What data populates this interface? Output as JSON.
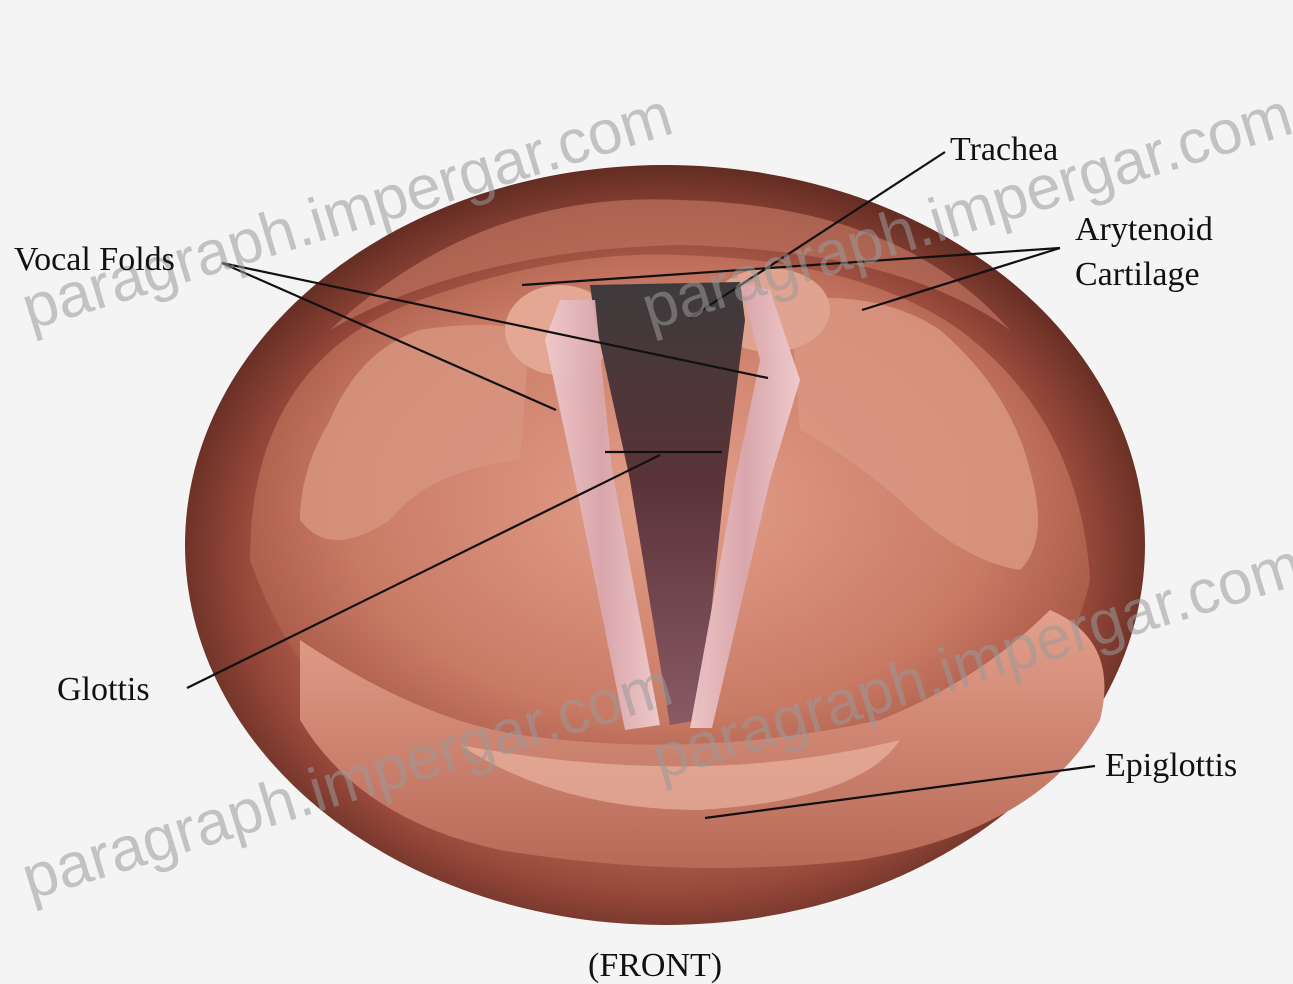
{
  "labels": {
    "trachea": "Trachea",
    "vocal_folds": "Vocal Folds",
    "arytenoid_line1": "Arytenoid",
    "arytenoid_line2": "Cartilage",
    "glottis": "Glottis",
    "epiglottis": "Epiglottis",
    "orientation": "(FRONT)"
  },
  "watermark": {
    "text": "paragraph.impergar.com"
  },
  "colors": {
    "background": "#f4f4f4",
    "rim_dark": "#5e2a1e",
    "tissue_mid": "#a95a48",
    "tissue_light": "#d9907c",
    "vocal_fold": "#e6b9bd",
    "airway_dark": "#4a3436",
    "leader_line": "#111111"
  }
}
